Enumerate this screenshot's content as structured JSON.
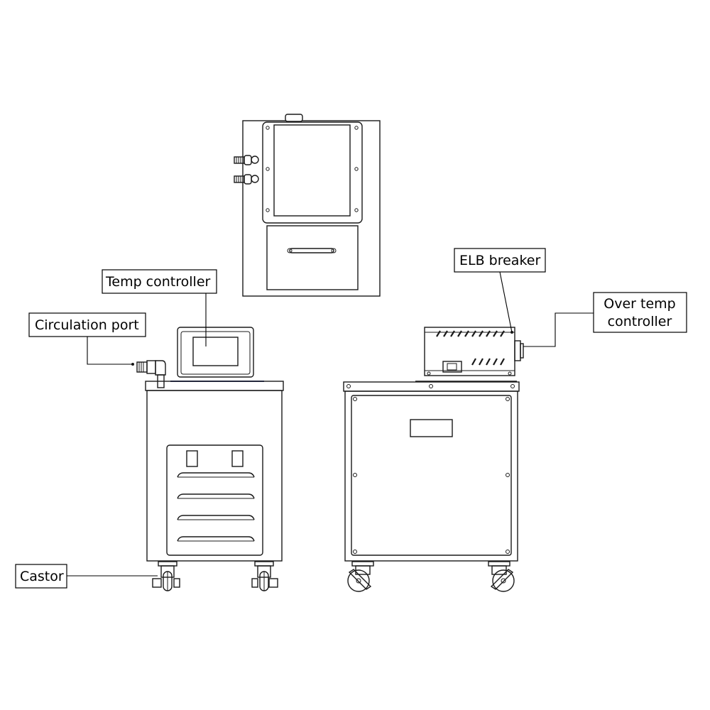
{
  "labels": {
    "temp_controller": "Temp controller",
    "circulation_port": "Circulation port",
    "castor": "Castor",
    "elb_breaker": "ELB breaker",
    "over_temp_line1": "Over temp",
    "over_temp_line2": "controller"
  },
  "colors": {
    "line": "#1a1a1a",
    "accent_blue": "#3b4a8c"
  }
}
